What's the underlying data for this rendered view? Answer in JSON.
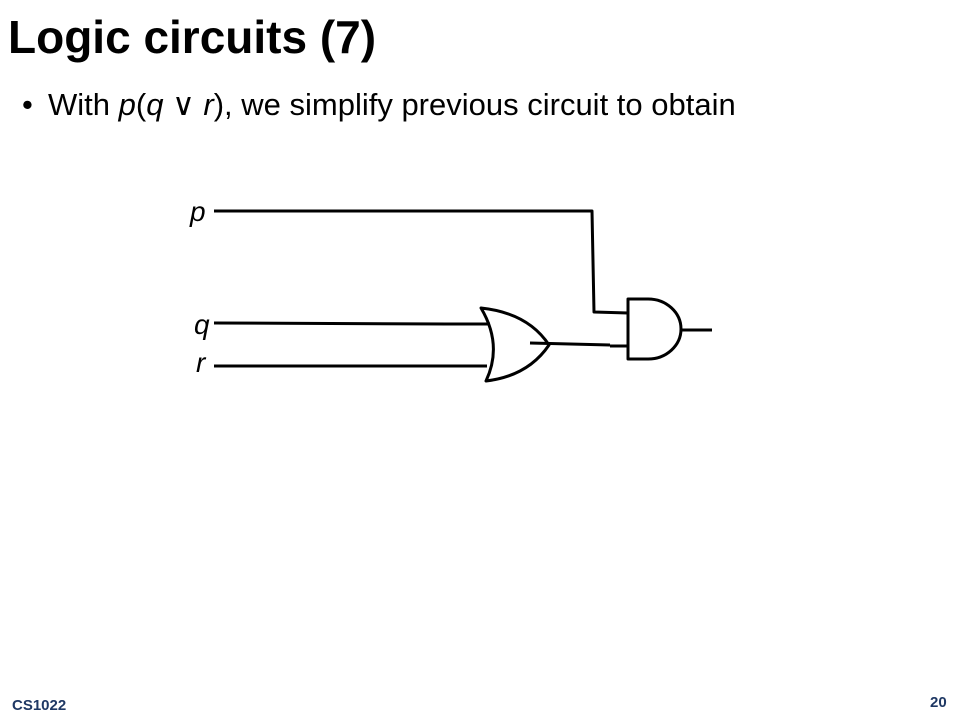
{
  "slide": {
    "title": "Logic circuits (7)",
    "bullet": {
      "marker": "•",
      "prefix": "With ",
      "var_p": "p",
      "open_paren": "(",
      "var_q": "q",
      "or_symbol": " ∨ ",
      "var_r": "r",
      "close_paren_text": "), we simplify previous circuit to obtain"
    }
  },
  "circuit": {
    "inputs": [
      "p",
      "q",
      "r"
    ],
    "gates": [
      {
        "type": "OR",
        "inputs": [
          "q",
          "r"
        ]
      },
      {
        "type": "AND",
        "inputs": [
          "p",
          "OR output"
        ]
      }
    ],
    "stroke_color": "#000000"
  },
  "footer": {
    "course": "CS1022",
    "page_number": "20"
  }
}
